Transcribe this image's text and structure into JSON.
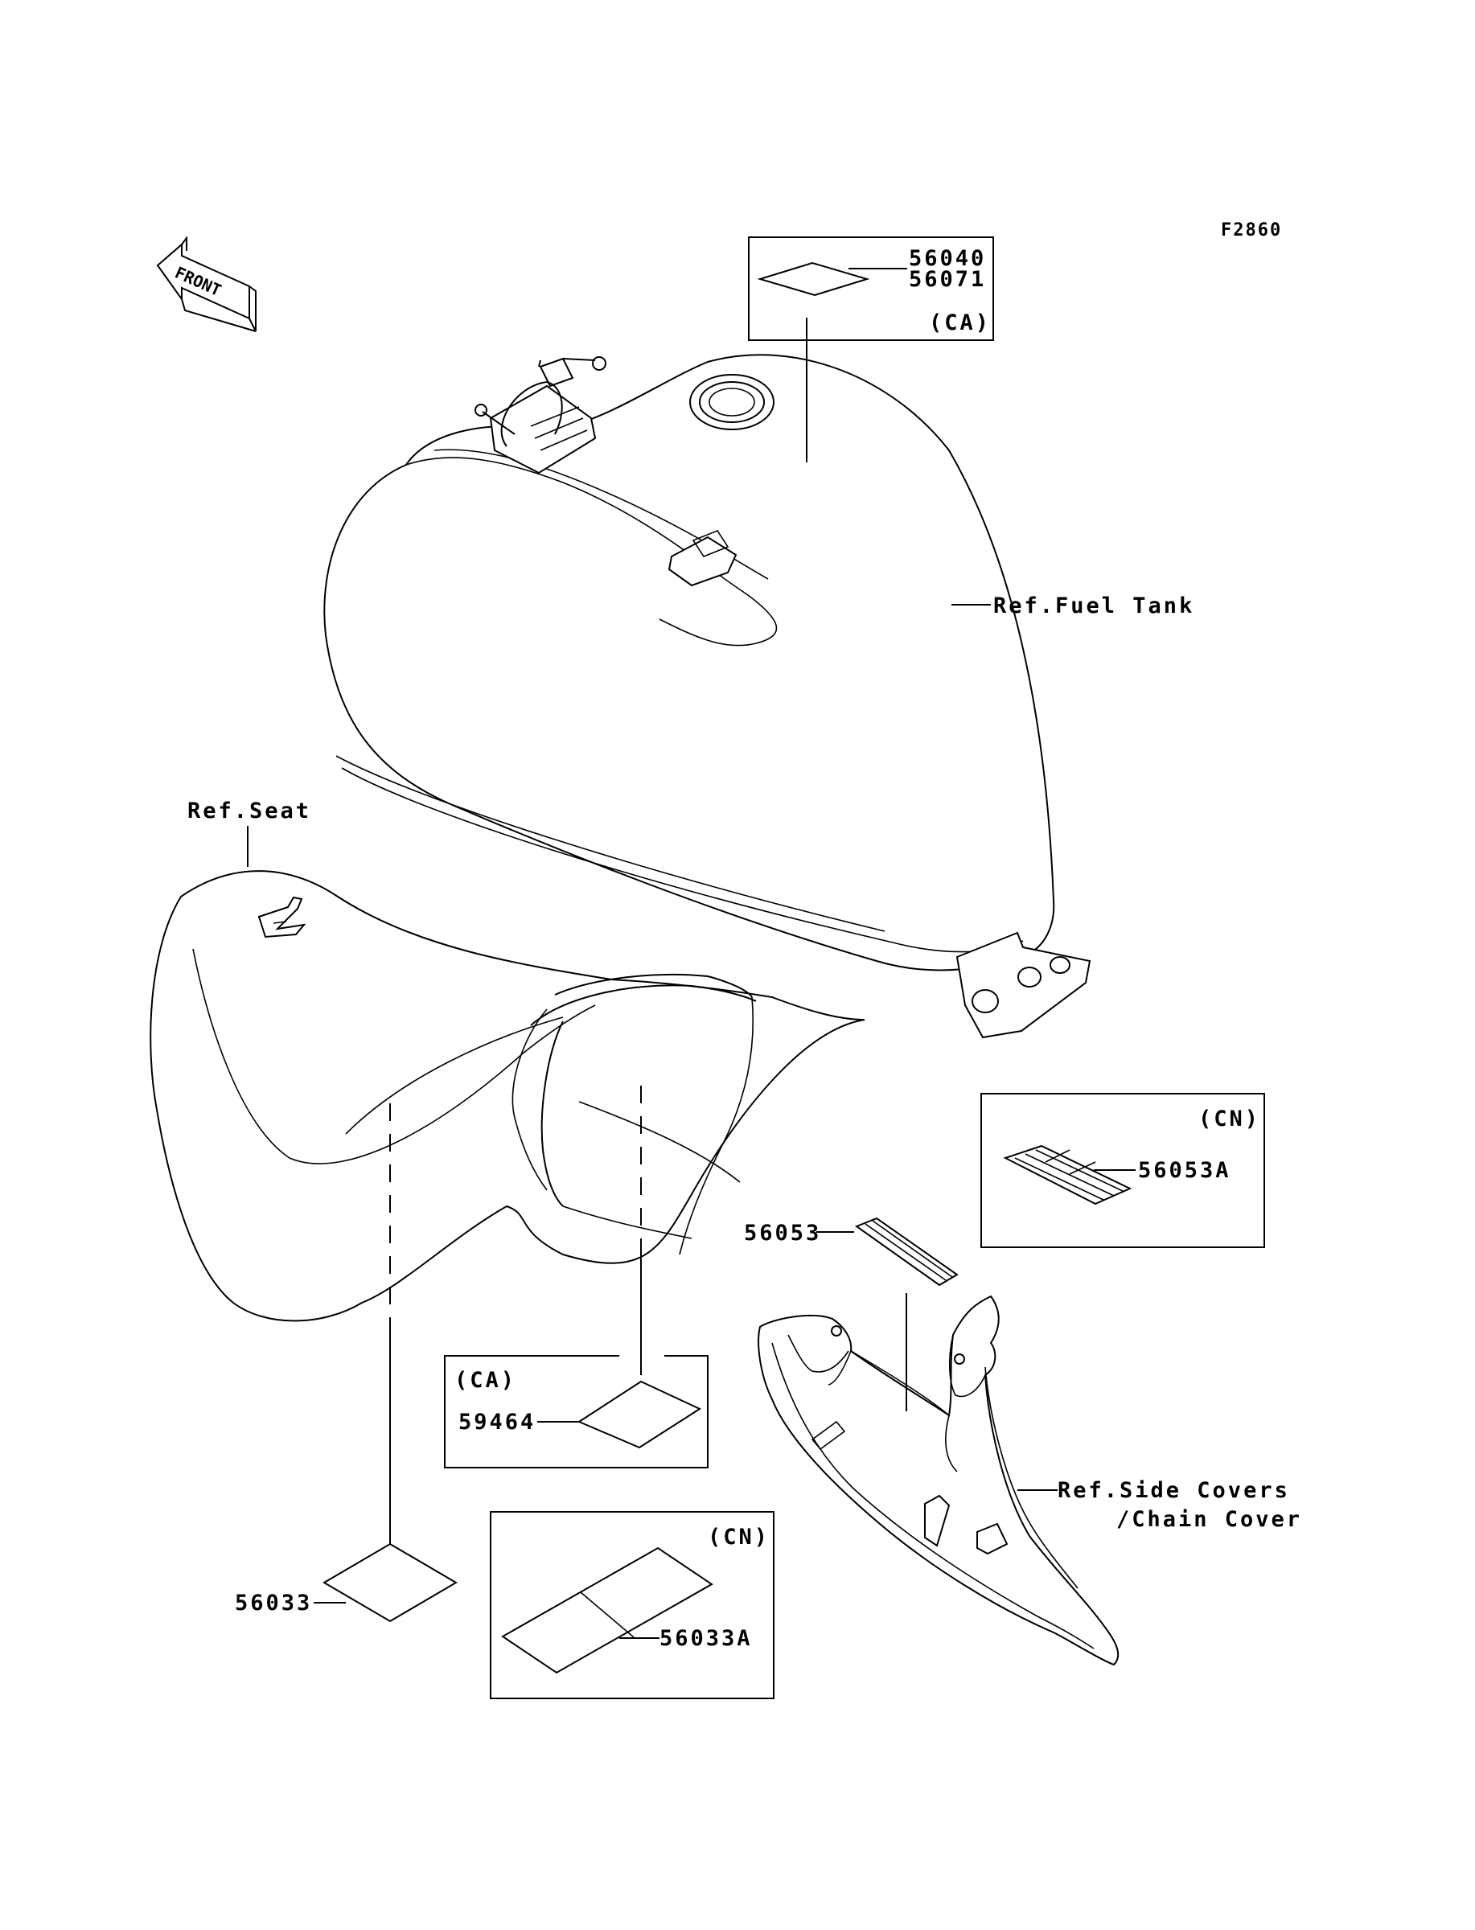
{
  "figure_id": "F2860",
  "front_arrow_label": "FRONT",
  "refs": {
    "fuel_tank": "Ref.Fuel Tank",
    "seat": "Ref.Seat",
    "side_covers_line1": "Ref.Side Covers",
    "side_covers_line2": "/Chain Cover"
  },
  "parts": {
    "p56040": "56040",
    "p56071": "56071",
    "p56053A": "56053A",
    "p56053": "56053",
    "p59464": "59464",
    "p56033": "56033",
    "p56033A": "56033A"
  },
  "regions": {
    "ca_top": "(CA)",
    "cn_right": "(CN)",
    "ca_mid": "(CA)",
    "cn_bottom": "(CN)"
  }
}
